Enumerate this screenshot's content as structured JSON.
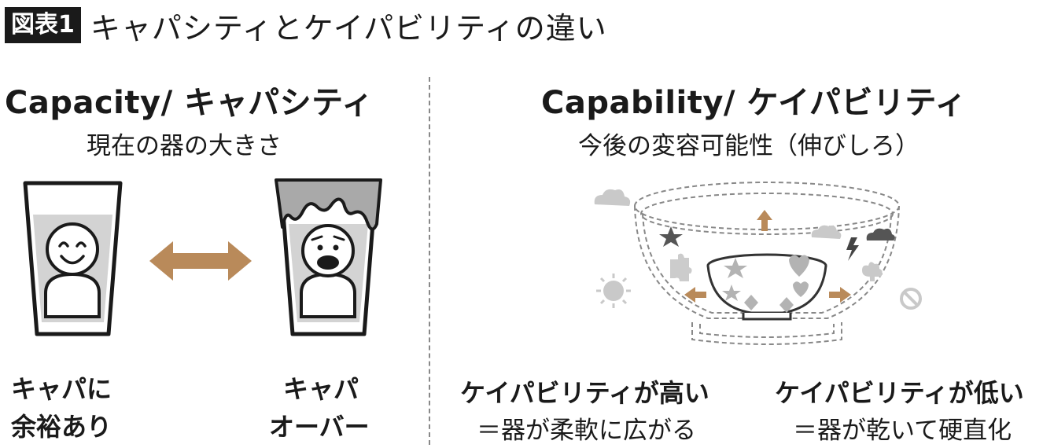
{
  "header": {
    "badge": "図表1",
    "title": "キャパシティとケイパビリティの違い"
  },
  "capacity": {
    "title": "Capacity/ キャパシティ",
    "subtitle": "現在の器の大きさ",
    "left_caption": [
      "キャパに",
      "余裕あり"
    ],
    "right_caption": [
      "キャパ",
      "オーバー"
    ]
  },
  "capability": {
    "title": "Capability/ ケイパビリティ",
    "subtitle": "今後の変容可能性（伸びしろ）",
    "high_caption": "ケイパビリティが高い",
    "high_sub": "＝器が柔軟に広がる",
    "low_caption": "ケイパビリティが低い",
    "low_sub": "＝器が乾いて硬直化"
  },
  "colors": {
    "arrow": "#b98a5a",
    "dark": "#1a1a1a",
    "gray": "#cfcfcf",
    "icon_gray": "#c9c9c9"
  }
}
